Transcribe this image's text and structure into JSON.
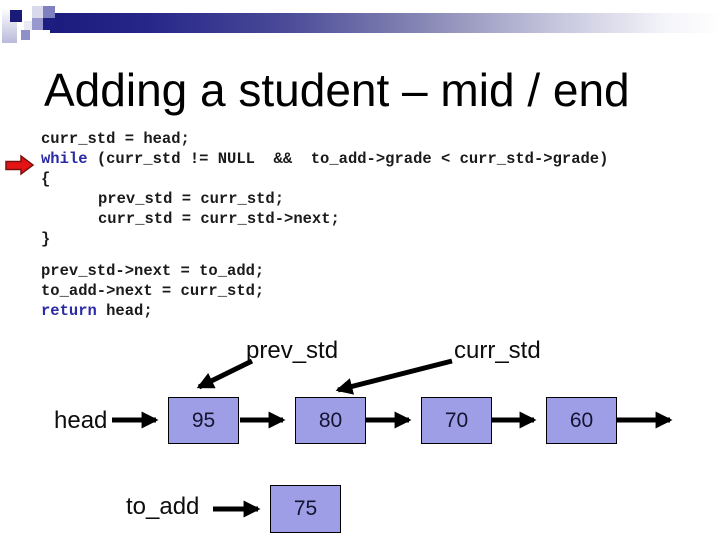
{
  "slide": {
    "title": "Adding a student – mid / end"
  },
  "code_block_1": {
    "lines": [
      {
        "indent": false,
        "segments": [
          {
            "text": "curr_std = head;",
            "keyword": false
          }
        ]
      },
      {
        "indent": false,
        "segments": [
          {
            "text": "while",
            "keyword": true
          },
          {
            "text": " (curr_std != NULL  &&  to_add->grade < curr_std->grade)",
            "keyword": false
          }
        ]
      },
      {
        "indent": false,
        "segments": [
          {
            "text": "{",
            "keyword": false
          }
        ]
      },
      {
        "indent": true,
        "segments": [
          {
            "text": "prev_std = curr_std;",
            "keyword": false
          }
        ]
      },
      {
        "indent": true,
        "segments": [
          {
            "text": "curr_std = curr_std->next;",
            "keyword": false
          }
        ]
      },
      {
        "indent": false,
        "segments": [
          {
            "text": "}",
            "keyword": false
          }
        ]
      }
    ]
  },
  "code_block_2": {
    "lines": [
      {
        "indent": false,
        "segments": [
          {
            "text": "prev_std->next = to_add;",
            "keyword": false
          }
        ]
      },
      {
        "indent": false,
        "segments": [
          {
            "text": "to_add->next = curr_std;",
            "keyword": false
          }
        ]
      },
      {
        "indent": false,
        "segments": [
          {
            "text": "return",
            "keyword": true
          },
          {
            "text": " head;",
            "keyword": false
          }
        ]
      }
    ]
  },
  "diagram": {
    "head_label": "head",
    "prev_label": "prev_std",
    "curr_label": "curr_std",
    "to_add_label": "to_add",
    "nodes": [
      "95",
      "80",
      "70",
      "60"
    ],
    "to_add_node": "75"
  },
  "colors": {
    "keyword": "#2a2aa4",
    "code_text": "#1a1a1a",
    "node_fill": "#9e9ee6",
    "header_bar_dark": "#1b1b7e",
    "red_arrow_fill": "#e41414",
    "red_arrow_border": "#7a1010",
    "arrow_black": "#000000"
  }
}
